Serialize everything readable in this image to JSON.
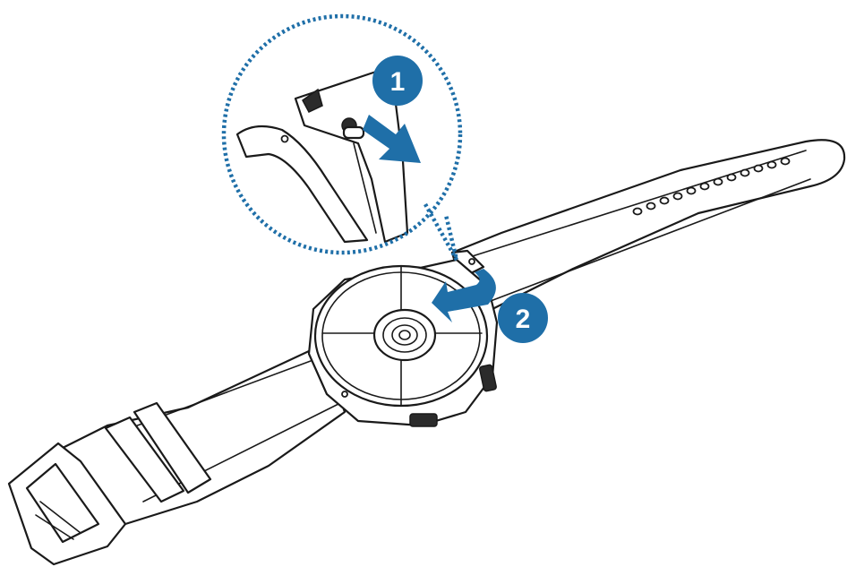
{
  "diagram": {
    "accent_color": "#1f6fa8",
    "steps": [
      {
        "number": "1",
        "icon": "arrow-down-right-icon"
      },
      {
        "number": "2",
        "icon": "arrow-curved-left-icon"
      }
    ],
    "parts": [
      "watch-body",
      "strap-short-with-buckle",
      "strap-long-with-holes",
      "spring-bar-pin",
      "crown-buttons"
    ]
  }
}
